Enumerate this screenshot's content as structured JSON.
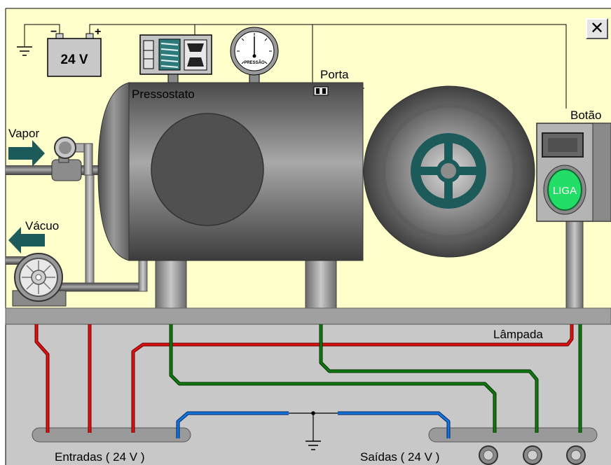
{
  "window": {
    "close_glyph": "✕"
  },
  "battery": {
    "voltage": "24 V",
    "minus": "−",
    "plus": "+"
  },
  "gauge": {
    "label": "PRESSÃO"
  },
  "labels": {
    "pressostato": "Pressostato",
    "porta": "Porta",
    "vapor": "Vapor",
    "vacuo": "Vácuo",
    "botao": "Botão",
    "lampada": "Lâmpada",
    "entradas": "Entradas ( 24 V )",
    "saidas": "Saídas ( 24 V )"
  },
  "button": {
    "liga": "LIGA"
  },
  "colors": {
    "background": "#ffffcc",
    "floor": "#c8c8c8",
    "wire_red": "#dd1111",
    "wire_green": "#117711",
    "wire_blue": "#1177dd",
    "liga_green": "#22dd66",
    "wheel": "#1d5a5a"
  }
}
